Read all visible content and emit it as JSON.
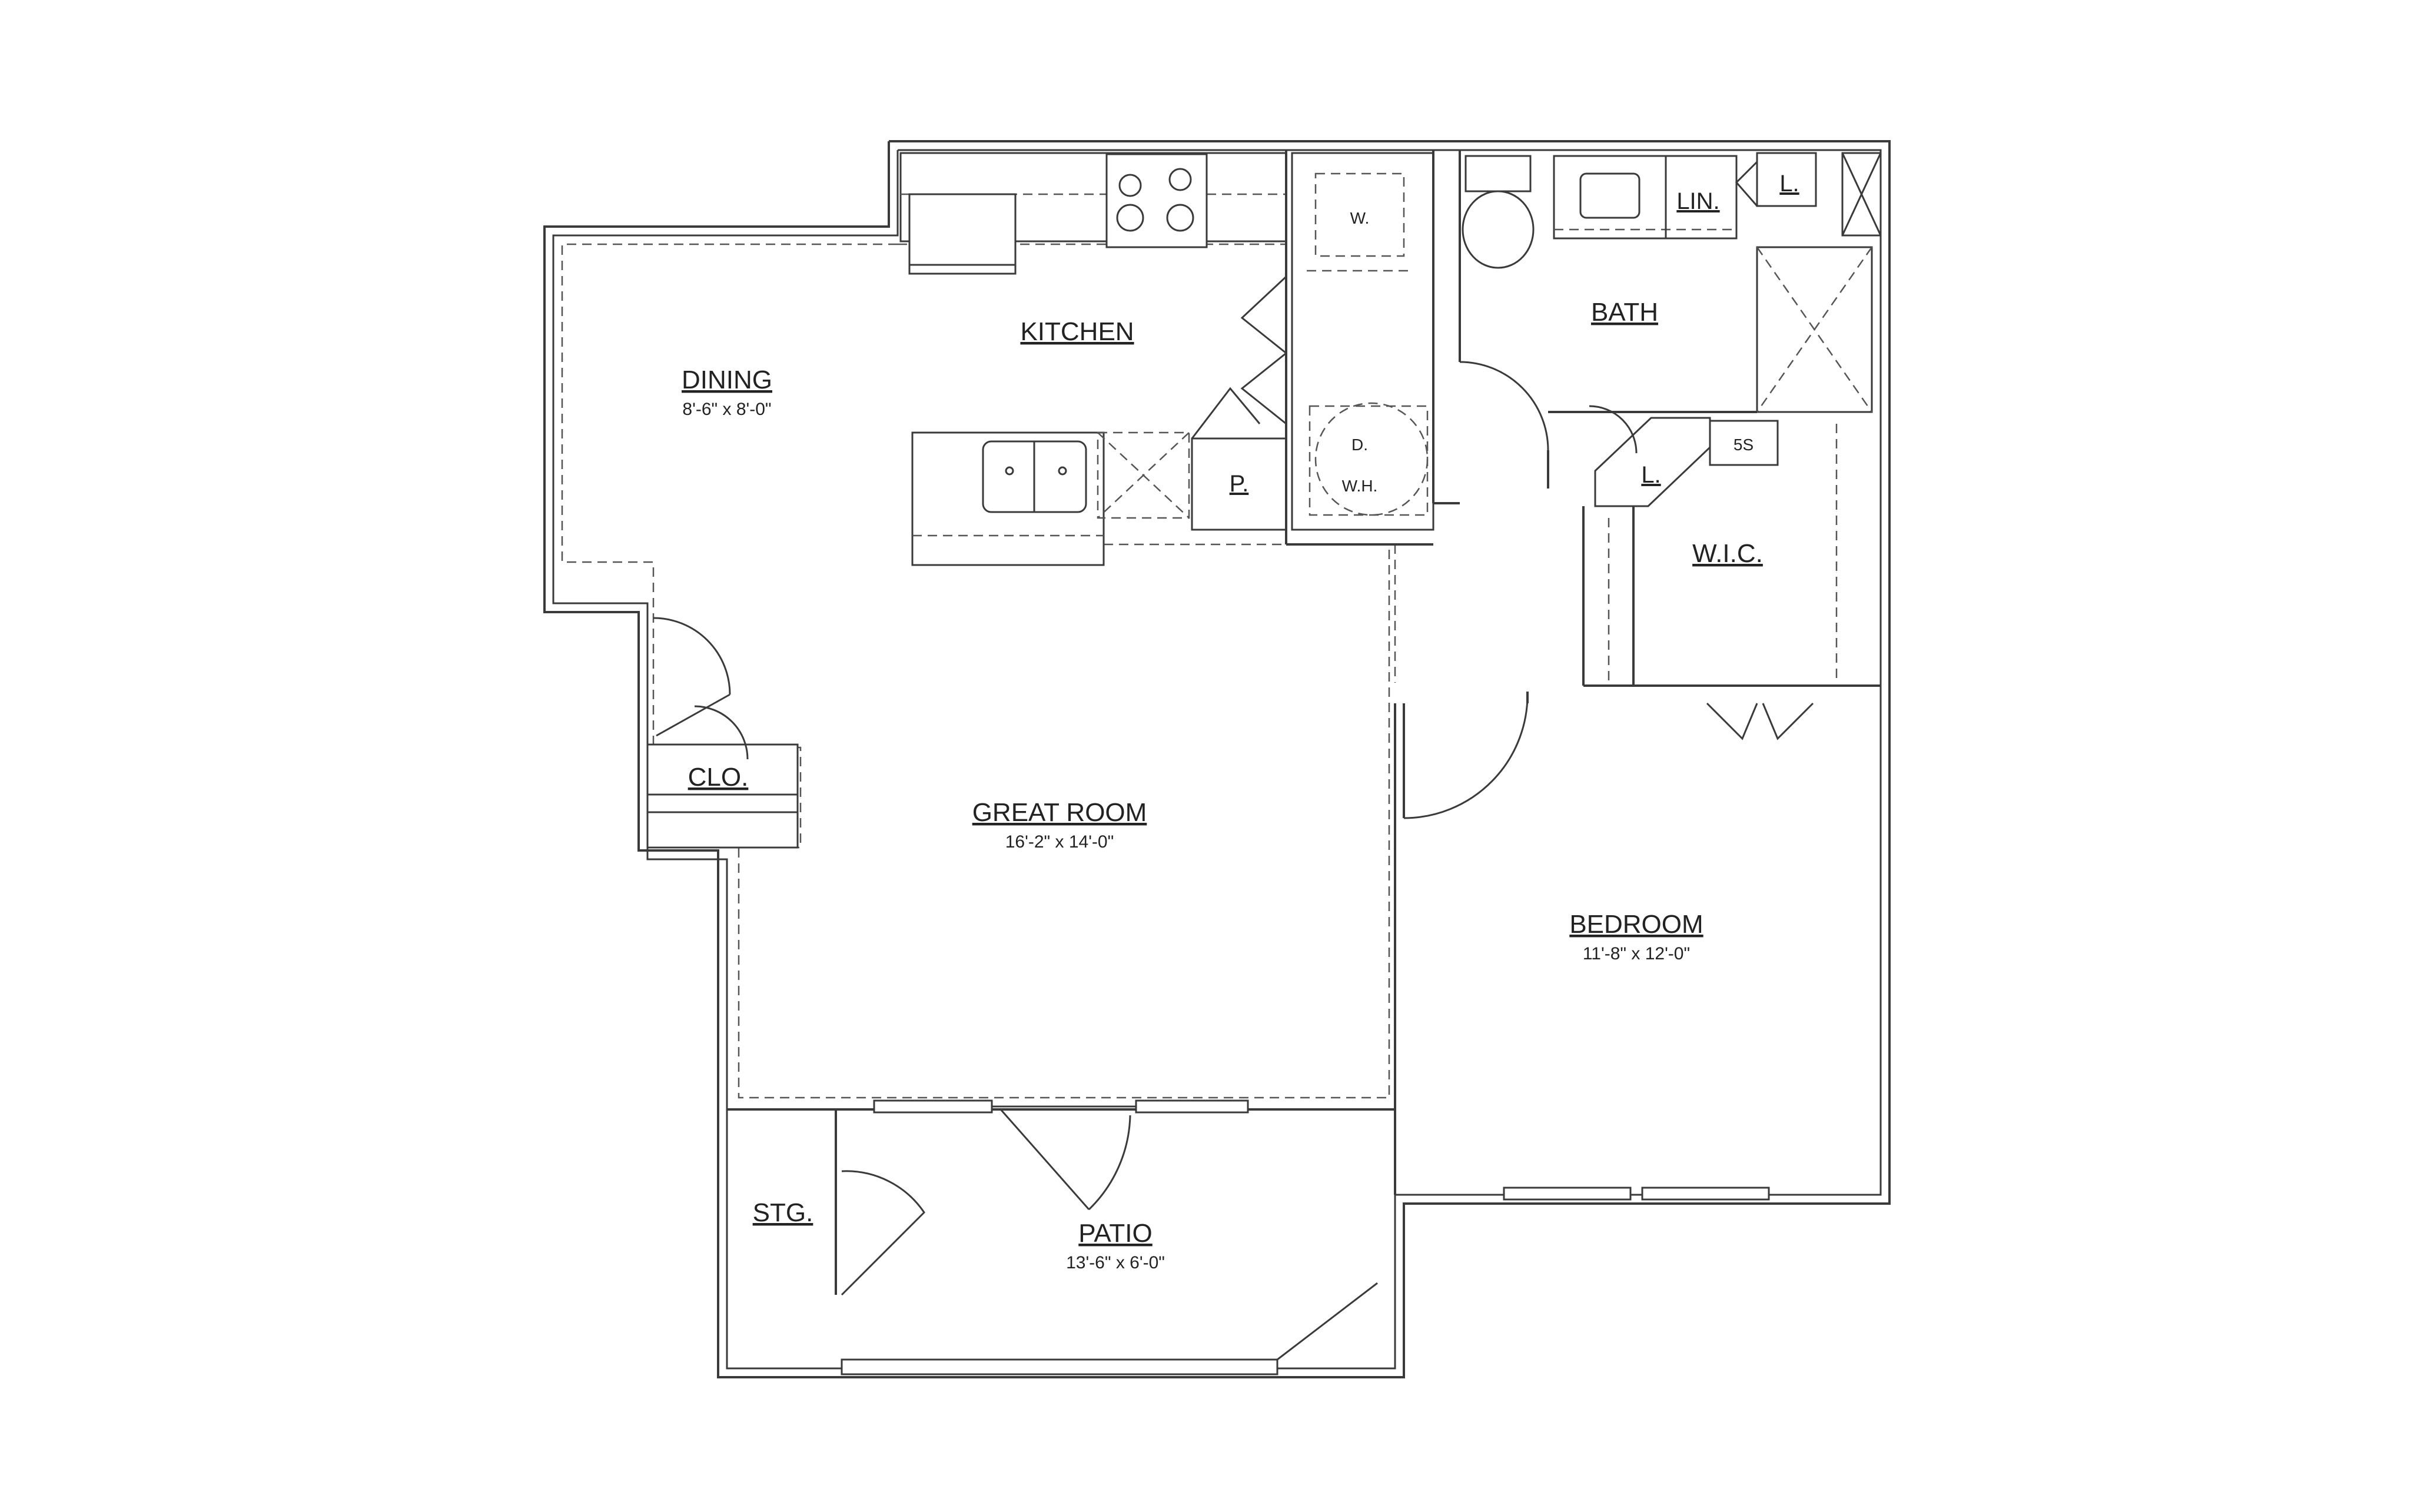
{
  "rooms": {
    "kitchen": {
      "name": "KITCHEN"
    },
    "dining": {
      "name": "DINING",
      "dim": "8'-6\" x 8'-0\""
    },
    "great_room": {
      "name": "GREAT ROOM",
      "dim": "16'-2\" x 14'-0\""
    },
    "bath": {
      "name": "BATH"
    },
    "bedroom": {
      "name": "BEDROOM",
      "dim": "11'-8\" x 12'-0\""
    },
    "patio": {
      "name": "PATIO",
      "dim": "13'-6\" x 6'-0\""
    },
    "wic": {
      "name": "W.I.C."
    },
    "closet": {
      "name": "CLO."
    },
    "storage": {
      "name": "STG."
    }
  },
  "fixtures": {
    "washer": "W.",
    "dryer": "D.",
    "water_heater": "W.H.",
    "pantry": "P.",
    "linen": "LIN.",
    "linen_closet_bath": "L.",
    "linen_closet_wic": "L.",
    "shelf": "5S"
  }
}
